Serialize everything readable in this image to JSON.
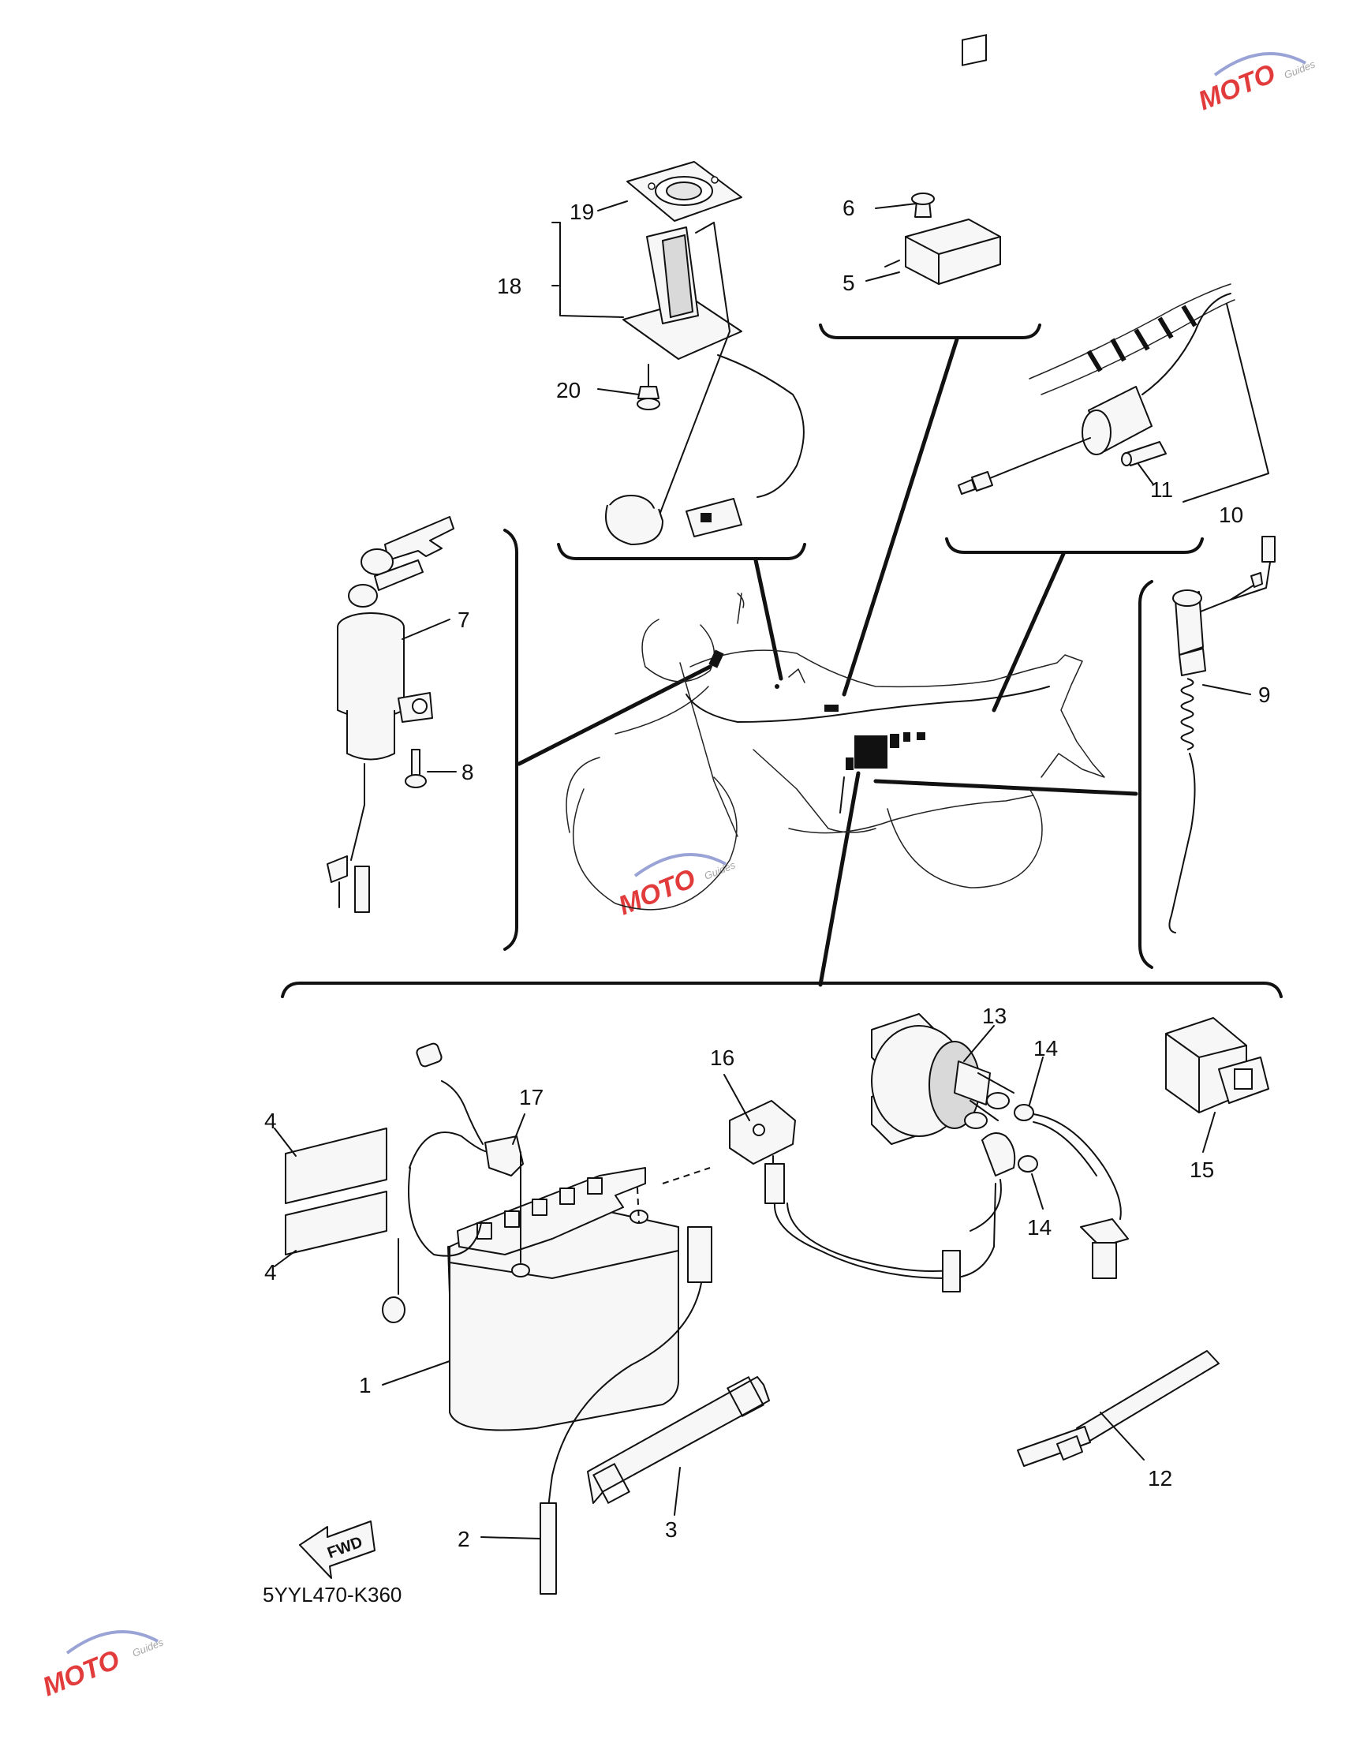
{
  "diagram": {
    "code": "5YYL470-K360",
    "fwd_arrow": "FWD",
    "watermark": {
      "brand": "MOTO",
      "sub": "Guides"
    },
    "callouts": [
      {
        "id": "c1",
        "text": "1"
      },
      {
        "id": "c2",
        "text": "2"
      },
      {
        "id": "c3",
        "text": "3"
      },
      {
        "id": "c4a",
        "text": "4"
      },
      {
        "id": "c4b",
        "text": "4"
      },
      {
        "id": "c5",
        "text": "5"
      },
      {
        "id": "c6",
        "text": "6"
      },
      {
        "id": "c7",
        "text": "7"
      },
      {
        "id": "c8",
        "text": "8"
      },
      {
        "id": "c9",
        "text": "9"
      },
      {
        "id": "c10",
        "text": "10"
      },
      {
        "id": "c11",
        "text": "11"
      },
      {
        "id": "c12",
        "text": "12"
      },
      {
        "id": "c13",
        "text": "13"
      },
      {
        "id": "c14a",
        "text": "14"
      },
      {
        "id": "c14b",
        "text": "14"
      },
      {
        "id": "c15",
        "text": "15"
      },
      {
        "id": "c16",
        "text": "16"
      },
      {
        "id": "c17",
        "text": "17"
      },
      {
        "id": "c18",
        "text": "18"
      },
      {
        "id": "c19",
        "text": "19"
      },
      {
        "id": "c20",
        "text": "20"
      }
    ]
  }
}
